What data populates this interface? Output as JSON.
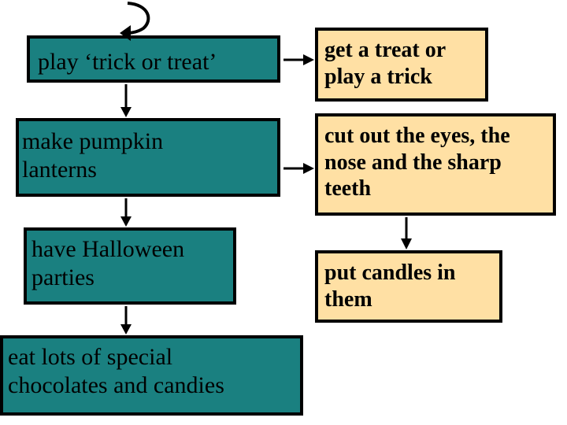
{
  "diagram": {
    "left_column": [
      {
        "id": "trick-or-treat",
        "text": "play ‘trick or treat’"
      },
      {
        "id": "pumpkin-lanterns",
        "text": "make pumpkin\nlanterns"
      },
      {
        "id": "halloween-parties",
        "text": "have Halloween\nparties"
      },
      {
        "id": "special-chocolates",
        "text": "eat lots of special\nchocolates and candies"
      }
    ],
    "right_column": [
      {
        "id": "treat-or-trick",
        "text": "get a treat or\nplay a trick"
      },
      {
        "id": "cut-out-face",
        "text": "cut out the eyes, the\nnose and the sharp\nteeth"
      },
      {
        "id": "put-candles",
        "text": "put candles in\nthem"
      }
    ],
    "colors": {
      "left_fill": "#1a8080",
      "right_fill": "#ffe0a4",
      "lines": "#000000"
    }
  }
}
